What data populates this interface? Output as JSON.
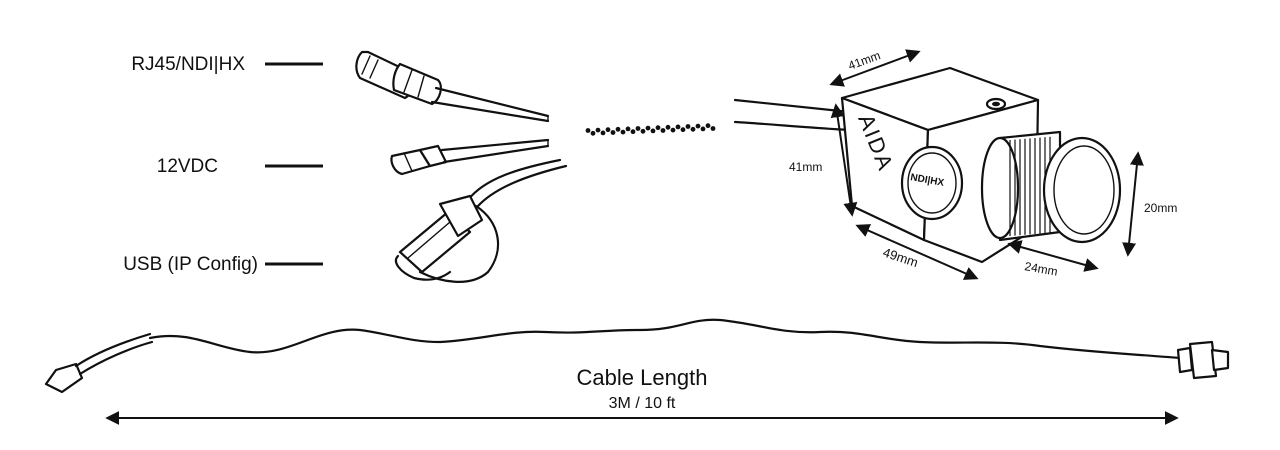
{
  "connectors": {
    "rj45_label": "RJ45/NDI|HX",
    "dc_label": "12VDC",
    "usb_label": "USB (IP Config)"
  },
  "camera": {
    "brand": "AIDA",
    "badge": "NDI|HX",
    "dim_top": "41mm",
    "dim_side": "41mm",
    "dim_length": "49mm",
    "dim_lens_length": "24mm",
    "dim_lens_diameter": "20mm"
  },
  "cable": {
    "title": "Cable Length",
    "length": "3M / 10 ft"
  }
}
